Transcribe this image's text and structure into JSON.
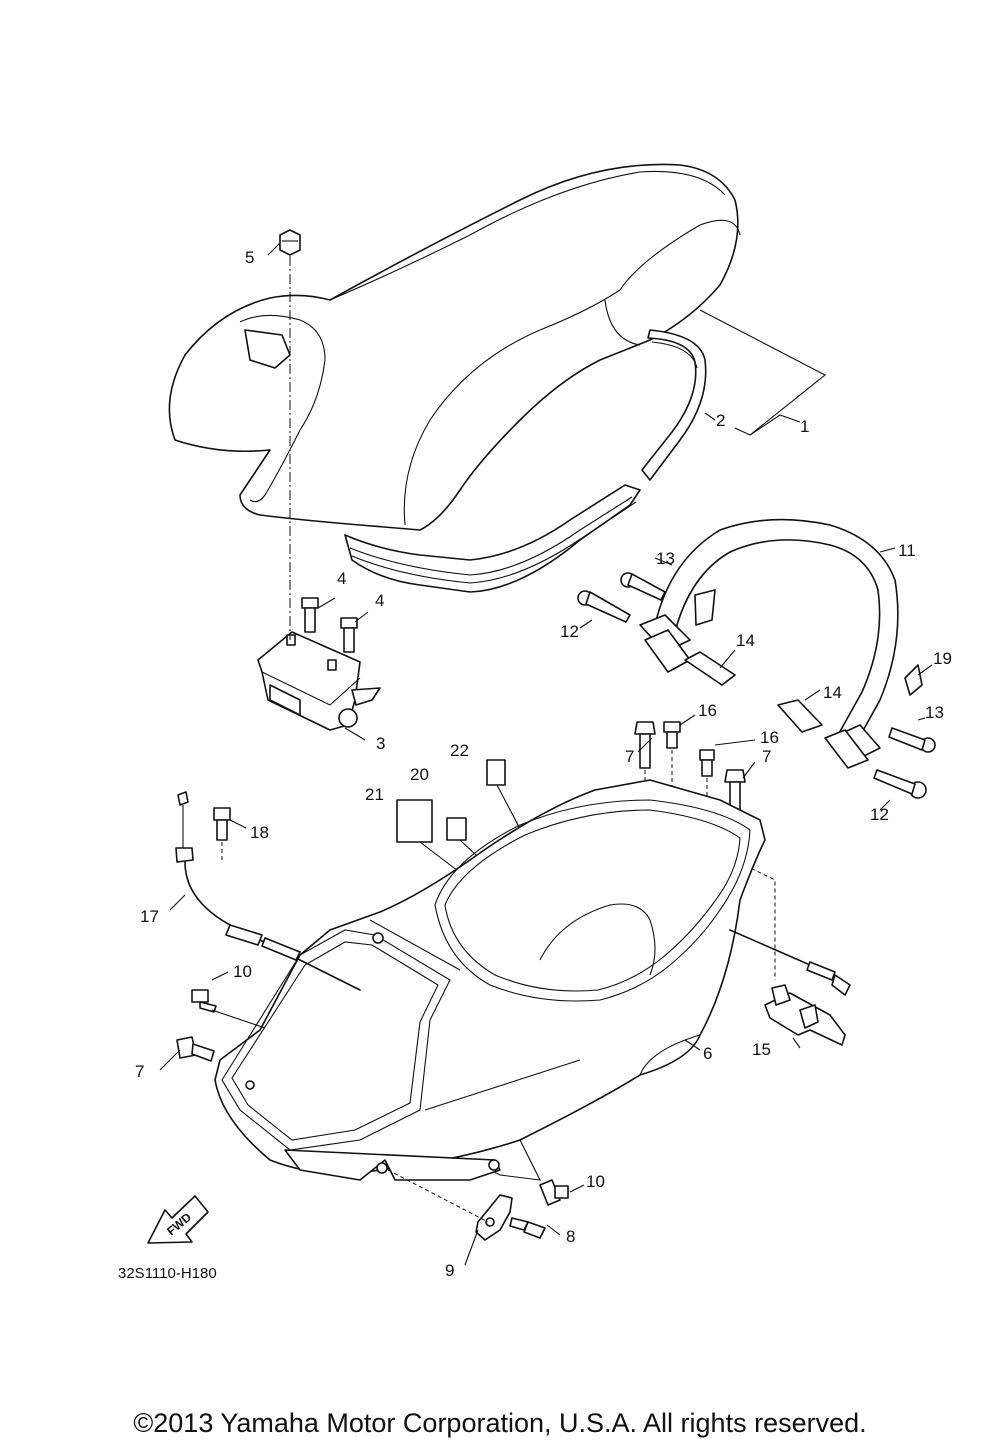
{
  "diagram": {
    "figure_code": "32S1110-H180",
    "fwd_label": "FWD",
    "callouts": [
      {
        "id": "1",
        "text": "1"
      },
      {
        "id": "2",
        "text": "2"
      },
      {
        "id": "3",
        "text": "3"
      },
      {
        "id": "4a",
        "text": "4"
      },
      {
        "id": "4b",
        "text": "4"
      },
      {
        "id": "5",
        "text": "5"
      },
      {
        "id": "6",
        "text": "6"
      },
      {
        "id": "7a",
        "text": "7"
      },
      {
        "id": "7b",
        "text": "7"
      },
      {
        "id": "7c",
        "text": "7"
      },
      {
        "id": "8",
        "text": "8"
      },
      {
        "id": "9",
        "text": "9"
      },
      {
        "id": "10a",
        "text": "10"
      },
      {
        "id": "10b",
        "text": "10"
      },
      {
        "id": "11",
        "text": "11"
      },
      {
        "id": "12a",
        "text": "12"
      },
      {
        "id": "12b",
        "text": "12"
      },
      {
        "id": "13a",
        "text": "13"
      },
      {
        "id": "13b",
        "text": "13"
      },
      {
        "id": "14a",
        "text": "14"
      },
      {
        "id": "14b",
        "text": "14"
      },
      {
        "id": "15",
        "text": "15"
      },
      {
        "id": "16a",
        "text": "16"
      },
      {
        "id": "16b",
        "text": "16"
      },
      {
        "id": "17",
        "text": "17"
      },
      {
        "id": "18",
        "text": "18"
      },
      {
        "id": "19",
        "text": "19"
      },
      {
        "id": "20",
        "text": "20"
      },
      {
        "id": "21",
        "text": "21"
      },
      {
        "id": "22",
        "text": "22"
      }
    ]
  },
  "footer": {
    "copyright": "©2013 Yamaha Motor Corporation, U.S.A. All rights reserved."
  }
}
